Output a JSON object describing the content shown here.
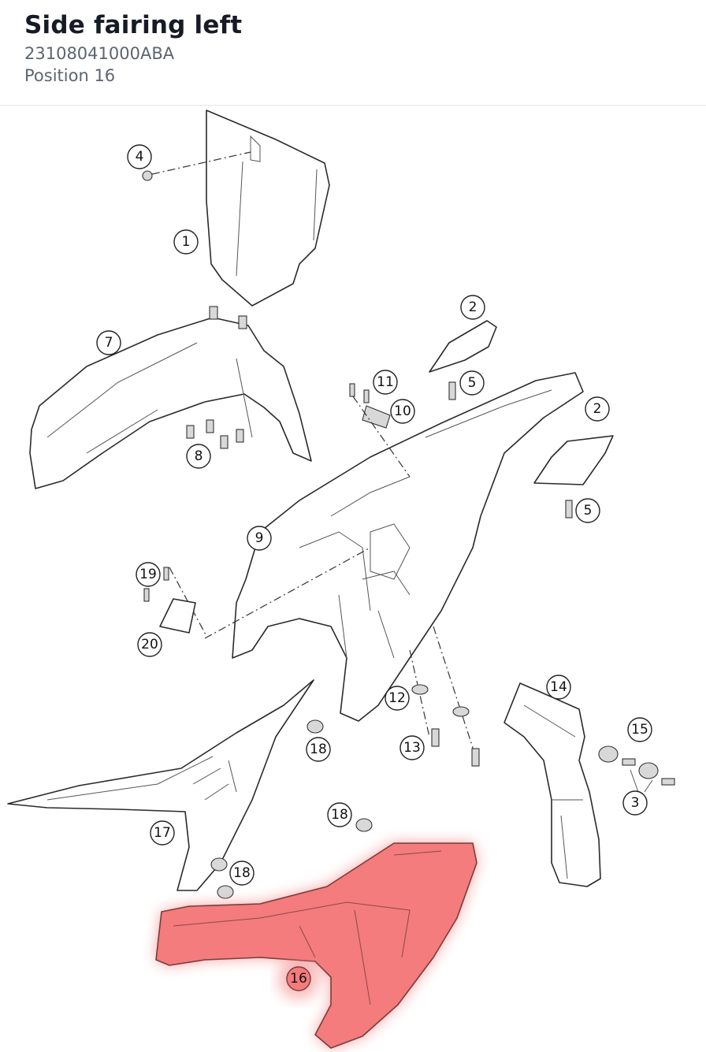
{
  "header": {
    "title": "Side fairing left",
    "part_number": "23108041000ABA",
    "position": "Position 16"
  },
  "highlight_color": "#f47c7c",
  "callouts": {
    "c1": "1",
    "c2a": "2",
    "c2b": "2",
    "c3": "3",
    "c4": "4",
    "c5a": "5",
    "c5b": "5",
    "c7": "7",
    "c8": "8",
    "c9": "9",
    "c10": "10",
    "c11": "11",
    "c12": "12",
    "c13": "13",
    "c14": "14",
    "c15": "15",
    "c16": "16",
    "c17": "17",
    "c18a": "18",
    "c18b": "18",
    "c18c": "18",
    "c19": "19",
    "c20": "20"
  }
}
